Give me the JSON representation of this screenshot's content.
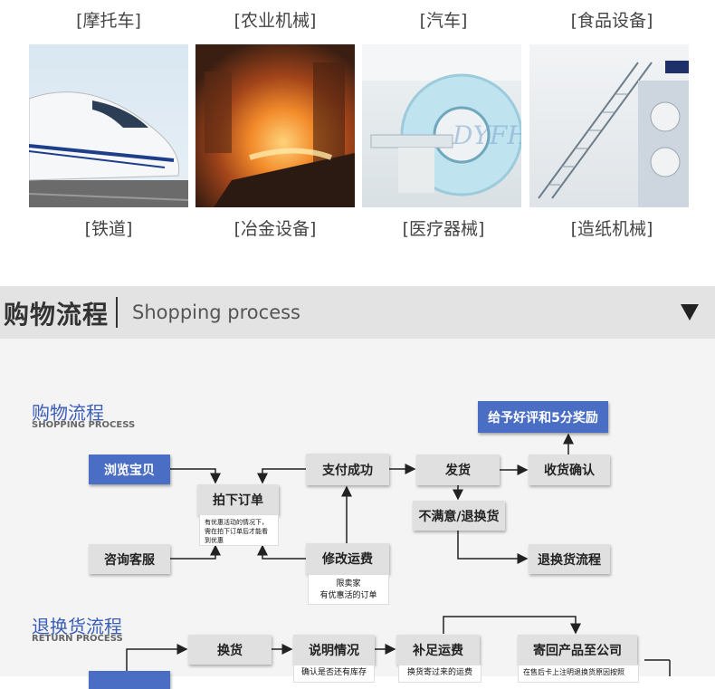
{
  "industries": {
    "top_labels": [
      "[摩托车]",
      "[农业机械]",
      "[汽车]",
      "[食品设备]"
    ],
    "bottom_labels": [
      "[铁道]",
      "[冶金设备]",
      "[医疗器械]",
      "[造纸机械]"
    ],
    "image_names": [
      "train-photo",
      "metallurgy-photo",
      "mri-scanner-photo",
      "paper-machine-photo"
    ],
    "watermark": "DYFH"
  },
  "section": {
    "title_cn": "购物流程",
    "title_en": "Shopping process",
    "toggle_icon": "triangle-down-icon"
  },
  "shopping": {
    "heading_cn": "购物流程",
    "heading_en": "SHOPPING PROCESS",
    "browse": "浏览宝贝",
    "consult": "咨询客服",
    "order": "拍下订单",
    "order_note": "有优惠活动的情况下，需在拍下订单后才能看到优惠",
    "modify": "修改运费",
    "modify_note": "限卖家\n有优惠活的订单",
    "paid": "支付成功",
    "ship": "发货",
    "receive": "收货确认",
    "review": "给予好评和5分奖励",
    "unsatisfied": "不满意/退换货",
    "return_flow": "退换货流程"
  },
  "returns": {
    "heading_cn": "退换货流程",
    "heading_en": "RETURN PROCESS",
    "exchange": "换货",
    "explain": "说明情况",
    "explain_note": "确认是否还有库存",
    "postage": "补足运费",
    "postage_note": "换货寄过来的运费",
    "send_back": "寄回产品至公司",
    "send_back_note": "在售后卡上注明退换货原因按照"
  },
  "colors": {
    "accent_blue": "#4a6ec4",
    "heading_blue": "#3a5db8",
    "box_gray": "#e0e0e0",
    "header_bar": "#e3e3e3"
  }
}
